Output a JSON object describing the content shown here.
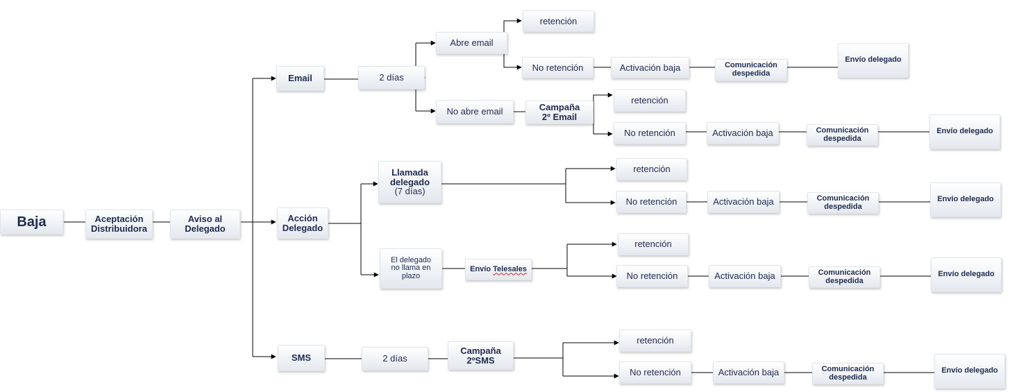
{
  "diagram": {
    "root": "Baja",
    "aceptacion": "Aceptación\nDistribuidora",
    "aviso": "Aviso al\nDelegado",
    "channels": {
      "email": "Email",
      "accion": "Acción\nDelegado",
      "sms": "SMS"
    },
    "email_branch": {
      "wait": "2 días",
      "opens": "Abre email",
      "not_opens": "No abre email",
      "campaign": "Campaña\n2º Email",
      "retention": "retención",
      "no_retention": "No retención",
      "activation": "Activación baja",
      "communication": "Comunicación\ndespedida",
      "sent": "Envío delegado"
    },
    "accion_branch": {
      "call_title": "Llamada\ndelegado",
      "call_days": "(7 días)",
      "no_call": "El delegado\nno llama en\nplazo",
      "telesales_prefix": "Envío ",
      "telesales_word": "Telesales",
      "retention": "retención",
      "no_retention": "No retención",
      "activation": "Activación baja",
      "communication": "Comunicación\ndespedida",
      "sent": "Envío delegado"
    },
    "sms_branch": {
      "wait": "2 días",
      "campaign": "Campaña\n2ºSMS",
      "retention": "retención",
      "no_retention": "No retención",
      "activation": "Activación baja",
      "communication": "Comunicación\ndespedida",
      "sent": "Envío delegado"
    }
  },
  "colors": {
    "text": "#1f2a4d",
    "line": "#000000",
    "box_fill": "#eef1f5"
  }
}
